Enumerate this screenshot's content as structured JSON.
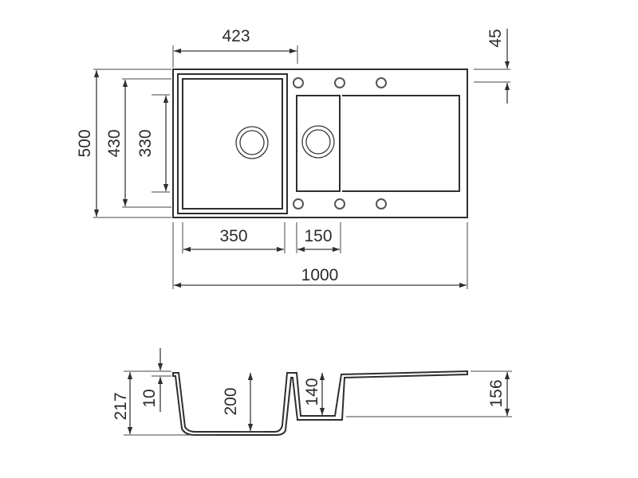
{
  "diagram": {
    "top_view": {
      "dim_overall_width": "1000",
      "dim_main_bowl_outer": "423",
      "dim_main_bowl_width": "350",
      "dim_small_bowl_width": "150",
      "dim_overall_depth": "500",
      "dim_bowl_depth_430": "430",
      "dim_bowl_depth_330": "330",
      "dim_thickness_45": "45"
    },
    "side_view": {
      "dim_total_height": "217",
      "dim_rim": "10",
      "dim_main_bowl_depth": "200",
      "dim_small_bowl_depth": "140",
      "dim_right_height": "156"
    }
  }
}
